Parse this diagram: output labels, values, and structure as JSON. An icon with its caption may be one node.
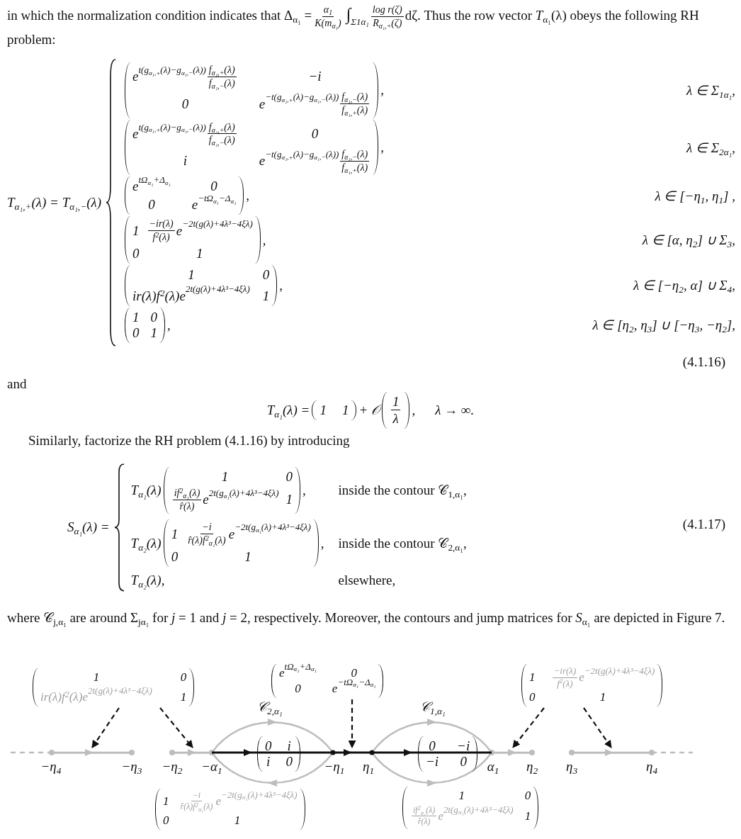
{
  "diagram": {
    "nodes": [
      {
        "text": [
          "1",
          "0",
          "ir(λ)f$^{2}$(λ)e",
          "2t(g(λ)+4λ³−4ξλ)",
          "1"
        ]
      },
      {
        "text": [
          "e",
          "tΩ$_{α₁}$+Δ$_{α₁}$",
          "0",
          "0",
          "e",
          "−tΩ$_{α₁}$−Δ$_{α₁}$"
        ]
      },
      {
        "text": [
          "1",
          "−ir(λ)",
          "f$^{2}$(λ)",
          "e",
          "−2t(g(λ)+4λ³−4ξλ)",
          "0",
          "1"
        ]
      },
      {
        "text": [],
        "shape": "bar"
      },
      {
        "text": [],
        "shape": "bar"
      },
      {
        "text": [],
        "shape": "bar"
      },
      {
        "text": [],
        "shape": "bar"
      },
      {
        "text": [],
        "shape": "bar"
      },
      {
        "text": [],
        "shape": "bar"
      },
      {
        "text": [],
        "shape": "bar"
      }
    ],
    "edges": [
      {
        "from": 0,
        "to": 3,
        "arrow": "to",
        "style": "dashed"
      },
      {
        "from": 0,
        "to": 4,
        "arrow": "to",
        "style": "dashed"
      },
      {
        "from": 1,
        "to": 6,
        "arrow": "to",
        "style": "dashed"
      },
      {
        "from": 2,
        "to": 8,
        "arrow": "to",
        "style": "dashed"
      },
      {
        "from": 2,
        "to": 9,
        "arrow": "to",
        "style": "dashed"
      }
    ],
    "labels": [
      "in which the normalization condition indicates that Δ$_{α₁}$ =",
      "α$_{1}$",
      "K(m$_{α₁}$)",
      "∫$_{Σ1α₁}$",
      "log r(ζ)",
      "R$_{α₁,+}$(ζ)",
      "dζ. Thus the row vector *T*$_{α₁}$(λ) obeys the following RH problem:",
      "T$_{α₁,+}$(λ) = T$_{α₁,−}$(λ)",
      "e",
      "t(g$_{α₁,+}$(λ)−g$_{α₁,−}$(λ))",
      "f$_{α₁,+}$(λ)",
      "f$_{α₁,−}$(λ)",
      "−i",
      "0",
      "e",
      "−t(g$_{α₁,+}$(λ)−g$_{α₁,−}$(λ))",
      "f$_{α₁,−}$(λ)",
      "f$_{α₁,+}$(λ)",
      ",",
      "λ ∈ Σ$_{1α₁}$,",
      "e",
      "t(g$_{α₁,+}$(λ)−g$_{α₁,−}$(λ))",
      "f$_{α₁,+}$(λ)",
      "f$_{α₁,−}$(λ)",
      "0",
      "i",
      "e",
      "−t(g$_{α₁,+}$(λ)−g$_{α₁,−}$(λ))",
      "f$_{α₁,−}$(λ)",
      "f$_{α₁,+}$(λ)",
      ",",
      "λ ∈ Σ$_{2α₁}$,",
      "e",
      "tΩ$_{α₁}$+Δ$_{α₁}$",
      "0",
      "0",
      "e",
      "−tΩ$_{α₁}$−Δ$_{α₁}$",
      ",",
      "λ ∈ [−η$_{1}$, η$_{1}$] ,",
      "1",
      "−ir(λ)",
      "f$^{2}$(λ)",
      "e",
      "−2t(g(λ)+4λ³−4ξλ)",
      "0",
      "1",
      ",",
      "λ ∈ [α, η$_{2}$] ∪ Σ$_{3}$,",
      "1",
      "0",
      "ir(λ)f$^{2}$(λ)e",
      "2t(g(λ)+4λ³−4ξλ)",
      "1",
      ",",
      "λ ∈ [−η$_{2}$, α] ∪ Σ$_{4}$,",
      "1",
      "0",
      "0",
      "1",
      ",",
      "λ ∈ [η$_{2}$, η$_{3}$] ∪ [−η$_{3}$, −η$_{2}$],",
      "(4.1.16)",
      "and",
      "T$_{α₁}$(λ) =",
      "1",
      "1",
      "+ 𝒪",
      "1",
      "λ",
      ",",
      "λ → ∞.",
      "Similarly, factorize the RH problem (4.1.16) by introducing",
      "S$_{α₁}$(λ) =",
      "T$_{α₁}$(λ)",
      "1",
      "0",
      "if$^{2}$$_{α₁}$(λ)",
      "r̂(λ)",
      "e",
      "2t(g$_{α₁}$(λ)+4λ³−4ξλ)",
      "1",
      ",",
      "inside the contour 𝒞$_{1,α₁}$,",
      "T$_{α₂}$(λ)",
      "1",
      "−i",
      "r̂(λ)f$^{2}$$_{α₁}$(λ)",
      "e",
      "−2t(g$_{α₁}$(λ)+4λ³−4ξλ)",
      "0",
      "1",
      ",",
      "inside the contour 𝒞$_{2,α₁}$,",
      "T$_{α₂}$(λ),",
      "elsewhere,",
      "(4.1.17)",
      "where 𝒞$_{j,α₁}$ are around Σ$_{jα₁}$ for *j* = 1 and *j* = 2, respectively. Moreover, the contours and jump matrices for *S*$_{α₁}$ are depicted in Figure 7.",
      "𝒞$_{2,α₁}$",
      "𝒞$_{1,α₁}$",
      "0",
      "i",
      "i",
      "0",
      "0",
      "−i",
      "−i",
      "0",
      "−η$_{4}$",
      "−η$_{3}$",
      "−η$_{2}$",
      "−α$_{1}$",
      "−η$_{1}$",
      "η$_{1}$",
      "α$_{1}$",
      "η$_{2}$",
      "η$_{3}$",
      "η$_{4}$",
      "1",
      "−i",
      "r̂(λ)f$^{2}$$_{α₁}$(λ)",
      "e",
      "−2t(g$_{α₁}$(λ)+4λ³−4ξλ)",
      "0",
      "1",
      "1",
      "0",
      "if$^{2}$$_{α₁}$(λ)",
      "r̂(λ)",
      "e",
      "2t(g$_{α₁}$(λ)+4λ³−4ξλ)",
      "1"
    ]
  }
}
